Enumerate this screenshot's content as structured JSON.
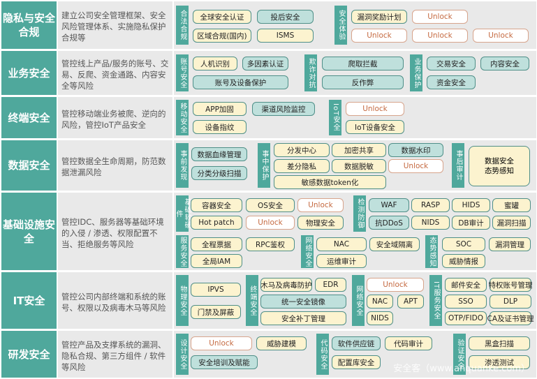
{
  "rows": [
    {
      "title": "隐私与安全合规",
      "desc": "建立公司安全管理框架、安全风险管理体系、实施隐私保护合规等"
    },
    {
      "title": "业务安全",
      "desc": "管控线上产品/服务的账号、交易、反爬、资金通路、内容安全等风险"
    },
    {
      "title": "终端安全",
      "desc": "管控移动端业务被爬、逆向的风险，管控IoT产品安全"
    },
    {
      "title": "数据安全",
      "desc": "管控数据全生命周期，防范数据泄漏风险"
    },
    {
      "title": "基础设施安全",
      "desc": "管控IDC、服务器等基础环境的入侵 / 渗透、权限配置不当、拒绝服务等风险"
    },
    {
      "title": "IT安全",
      "desc": "管控公司内部终端和系统的账号、权限以及病毒木马等风险"
    },
    {
      "title": "研发安全",
      "desc": "管控产品及支撑系统的漏洞、隐私合规、第三方组件 / 软件等风险"
    }
  ],
  "groups": {
    "compliance": "合法合规",
    "sec_system": "安全体验",
    "account_sec": "账号安全",
    "anti_fraud": "欺诈对抗",
    "biz_protect": "业务保护",
    "mobile_sec": "移动安全",
    "iot_sec": "IoT安全",
    "pre_detect": "事前发现",
    "mid_protect": "事中保护",
    "post_audit": "事后审计",
    "base_hw": "基础软硬件",
    "detect_defend": "检测防御",
    "service_sec": "服务安全",
    "network_sec": "网络安全",
    "situation": "态势感知",
    "physical_sec": "物理安全",
    "terminal_sec": "终端安全",
    "network_sec2": "网络安全",
    "it_service": "IT服务安全",
    "design_sec": "设计安全",
    "code_sec": "代码安全",
    "verify_sec": "验证安全"
  },
  "items": {
    "global_cert": "全球安全认证",
    "audit_sec": "投后安全",
    "regional": "区域合规(国内)",
    "isms": "ISMS",
    "bug_bounty": "漏洞奖励计划",
    "unlock": "Unlock",
    "human_id": "人机识别",
    "mfa": "多因素认证",
    "account_device": "账号及设备保护",
    "anti_crawl": "爬取拦截",
    "anti_cheat": "反作弊",
    "trade_sec": "交易安全",
    "content_sec": "内容安全",
    "fund_sec": "资金安全",
    "app_harden": "APP加固",
    "channel_monitor": "渠道风险监控",
    "device_fp": "设备指纹",
    "iot_device": "IoT设备安全",
    "lineage": "数据血缘管理",
    "classify": "分类分级扫描",
    "dispatch": "分发中心",
    "enc_share": "加密共享",
    "watermark": "数据水印",
    "diff_privacy": "差分隐私",
    "desensitize": "数据脱敏",
    "tokenize": "敏感数据token化",
    "situation_aware": "数据安全\n态势感知",
    "container": "容器安全",
    "os_sec": "OS安全",
    "hotpatch": "Hot patch",
    "phys": "物理安全",
    "waf": "WAF",
    "rasp": "RASP",
    "hids": "HIDS",
    "honeypot": "蜜罐",
    "anti_ddos": "抗DDoS",
    "nids": "NIDS",
    "db_audit": "DB审计",
    "vuln_scan": "漏洞扫描",
    "ticket": "全程票据",
    "rpc_auth": "RPC鉴权",
    "iam": "全局IAM",
    "nac": "NAC",
    "seg": "安全域隔离",
    "ops_audit": "运维审计",
    "soc": "SOC",
    "vuln_mgmt": "漏洞管理",
    "threat_intel": "威胁情报",
    "ipvs": "IPVS",
    "gate": "门禁及屏蔽",
    "trojan": "木马及病毒防护",
    "edr": "EDR",
    "unified_img": "统一安全镜像",
    "patch_mgmt": "安全补丁管理",
    "nac2": "NAC",
    "apt": "APT",
    "nids2": "NIDS",
    "mail_sec": "邮件安全",
    "priv_acct": "特权账号管理",
    "sso": "SSO",
    "dlp": "DLP",
    "otp": "OTP/FIDO",
    "ca": "CA及证书管理",
    "threat_model": "威胁建模",
    "training": "安全培训及赋能",
    "supply_chain": "软件供应链",
    "code_audit": "代码审计",
    "config_sec": "配置库安全",
    "blackbox": "黑盒扫描",
    "pentest": "渗透测试"
  },
  "watermark": "安全客（www.anquanke.com）"
}
